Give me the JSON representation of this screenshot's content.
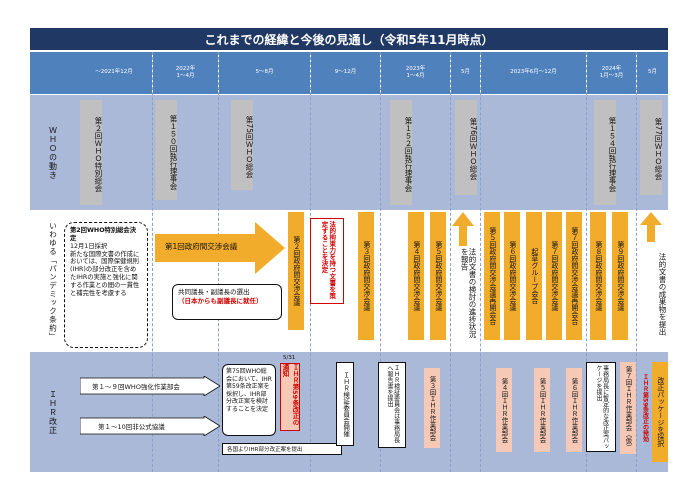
{
  "title": "これまでの経緯と今後の見通し（令和5年11月時点）",
  "header": {
    "c1": "～2021年12月",
    "c2": "2022年\n1～4月",
    "c3": "5～8月",
    "c4": "9～12月",
    "c5": "2023年\n1～4月",
    "c6": "5月",
    "c7": "2023年6月～12月",
    "c8": "2024年\n1月～3月",
    "c9": "5月"
  },
  "rows": {
    "who": "ＷＨＯの動き",
    "pandemic": "いわゆる「パンデミック条約」",
    "ihr": "ＩＨＲ改正"
  },
  "who_events": {
    "e1": "第２回ＷＨＯ特別総会",
    "e2": "第１５０回執行理事会",
    "e3": "第75回ＷＨＯ総会",
    "e4": "第１５２回執行理事会",
    "e5": "第76回ＷＨＯ総会",
    "e6": "第１５４回執行理事会",
    "e7": "第77回ＷＨＯ総会"
  },
  "pandemic": {
    "callout_title": "第2回WHO特別総会決定",
    "callout_body": "12月1日採択\n新たな国際文書の作成においては、国際保健規則(IHR)の部分改正を含めたIHRの実施と強化に関する作業との間の一貫性と補完性を考慮する",
    "arrow_label": "第1回政府間交渉会議",
    "election": "共同議長・副議長の選出",
    "election_note": "（日本からも副議長に就任）",
    "m2": "第２回政府間交渉会議",
    "legal_box": "法的拘束力を持つ文書を策定することを決定",
    "m3": "第３回政府間交渉会議",
    "m4": "第４回政府間交渉会議",
    "m5": "第５回政府間交渉会議",
    "report": "法的文書の検討の進捗状況を報告",
    "m5r": "第５回政府間交渉会議再開会合",
    "m6": "第６回政府間交渉会議",
    "drafting": "起草グループ会合",
    "m7": "第７回政府間交渉会議",
    "m7r": "第７回政府間交渉会議再開会合",
    "m8": "第８回政府間交渉会議",
    "m9": "第９回政府間交渉会議",
    "submit": "法的文書の成果物を提出"
  },
  "ihr": {
    "wg1": "第１～９回WHO強化作業部会",
    "wg2": "第１～10回非公式協議",
    "wha75": "第75回WHO総会において、IHR第59条改正案を採択し、IHR部分改正案を検討することを決定",
    "date531": "5/31",
    "art59": "ＩＨＲ第59条改正の通知",
    "proposals": "各国よりIHR部分改正案を提出",
    "review1": "ＩＨＲ検証委員会開催",
    "review2": "ＩＨＲ検証委員会は事務局長へ報告書を提出",
    "wg3": "第３回ＩＨＲ作業部会",
    "wg4": "第４回ＩＨＲ作業部会",
    "wg5": "第５回ＩＨＲ作業部会",
    "wg6": "第６回ＩＨＲ作業部会",
    "sec_pkg": "事務局長に暫定的な改正案パッケージを提出",
    "wg7": "第７回ＩＨＲ作業部会（仮）",
    "art59b": "ＩＨＲ第59条改正の発効",
    "adopt": "改正パッケージを採択"
  },
  "colors": {
    "title_bg": "#1f3864",
    "header_bg": "#4f81bd",
    "who_band": "#aab9d7",
    "pandemic_band": "#ffffff",
    "ihr_band": "#aab9d7",
    "orange": "#f2ac2b",
    "pink": "#f6c9b6",
    "red_text": "#d00000"
  }
}
